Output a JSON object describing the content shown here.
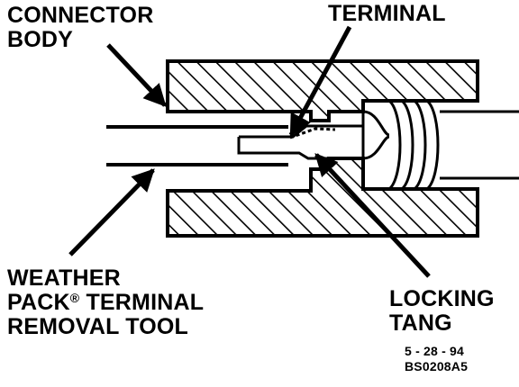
{
  "labels": {
    "connector_body": [
      "CONNECTOR",
      "BODY"
    ],
    "terminal": "TERMINAL",
    "removal_tool": {
      "line1": "WEATHER",
      "line2_prefix": "PACK",
      "line2_mark": "®",
      "line2_suffix": " TERMINAL",
      "line3": "REMOVAL TOOL"
    },
    "locking_tang": [
      "LOCKING",
      "TANG"
    ]
  },
  "figure_info": {
    "date": "5 - 28 - 94",
    "code": "BS0208A5"
  }
}
